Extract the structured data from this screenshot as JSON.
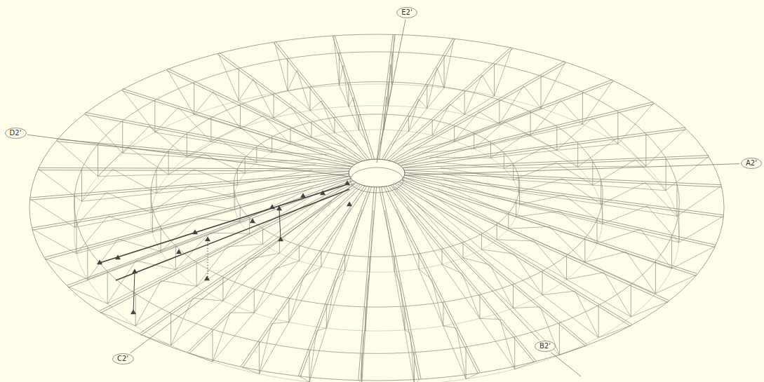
{
  "diagram": {
    "nodes": [
      {
        "text": [
          "E2'"
        ]
      },
      {
        "text": [
          "D2'"
        ]
      },
      {
        "text": [
          "A2'"
        ]
      },
      {
        "text": [
          "B2'"
        ]
      },
      {
        "text": [
          "C2'"
        ]
      }
    ]
  }
}
